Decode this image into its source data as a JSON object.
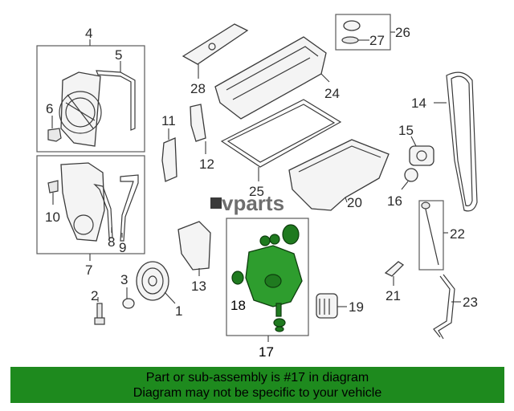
{
  "watermark": "vparts",
  "callouts": {
    "c1": "1",
    "c2": "2",
    "c3": "3",
    "c4": "4",
    "c5": "5",
    "c6": "6",
    "c7": "7",
    "c8": "8",
    "c9": "9",
    "c10": "10",
    "c11": "11",
    "c12": "12",
    "c13": "13",
    "c14": "14",
    "c15": "15",
    "c16": "16",
    "c17": "17",
    "c18": "18",
    "c19": "19",
    "c20": "20",
    "c21": "21",
    "c22": "22",
    "c23": "23",
    "c24": "24",
    "c25": "25",
    "c26": "26",
    "c27": "27",
    "c28": "28"
  },
  "banner": {
    "line1": "Part or sub-assembly is #17 in diagram",
    "line2": "Diagram may not be specific to your vehicle"
  },
  "colors": {
    "highlight": "#2e9d2e",
    "banner": "#1e8a1e"
  }
}
